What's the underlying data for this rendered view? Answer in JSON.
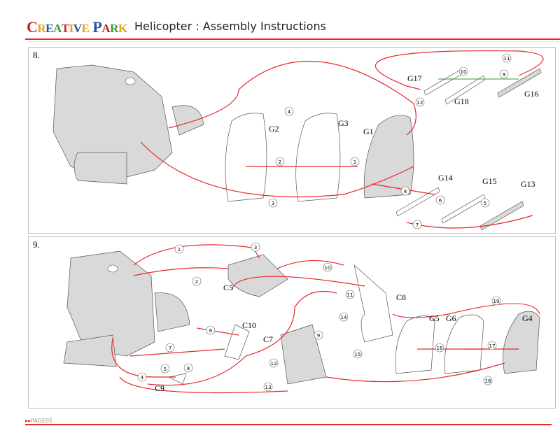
{
  "header": {
    "logo": "CREATIVE PARK",
    "title": "Helicopter : Assembly Instructions"
  },
  "colors": {
    "accent": "#e8282b",
    "part": "#d9d9d9"
  },
  "step8": {
    "number": "8.",
    "parts": [
      "G1",
      "G2",
      "G3",
      "G13",
      "G14",
      "G15",
      "G16",
      "G17",
      "G18"
    ],
    "callouts": [
      "1",
      "2",
      "3",
      "4",
      "5",
      "6",
      "7",
      "8",
      "9",
      "10",
      "11",
      "12"
    ]
  },
  "step9": {
    "number": "9.",
    "parts": [
      "C5",
      "C7",
      "C8",
      "C9",
      "C10",
      "G4",
      "G5",
      "G6"
    ],
    "callouts": [
      "1",
      "2",
      "3",
      "4",
      "5",
      "6",
      "7",
      "8",
      "9",
      "10",
      "11",
      "12",
      "13",
      "14",
      "15",
      "16",
      "17",
      "18",
      "19"
    ]
  },
  "footer": {
    "page": "PAGE05"
  }
}
